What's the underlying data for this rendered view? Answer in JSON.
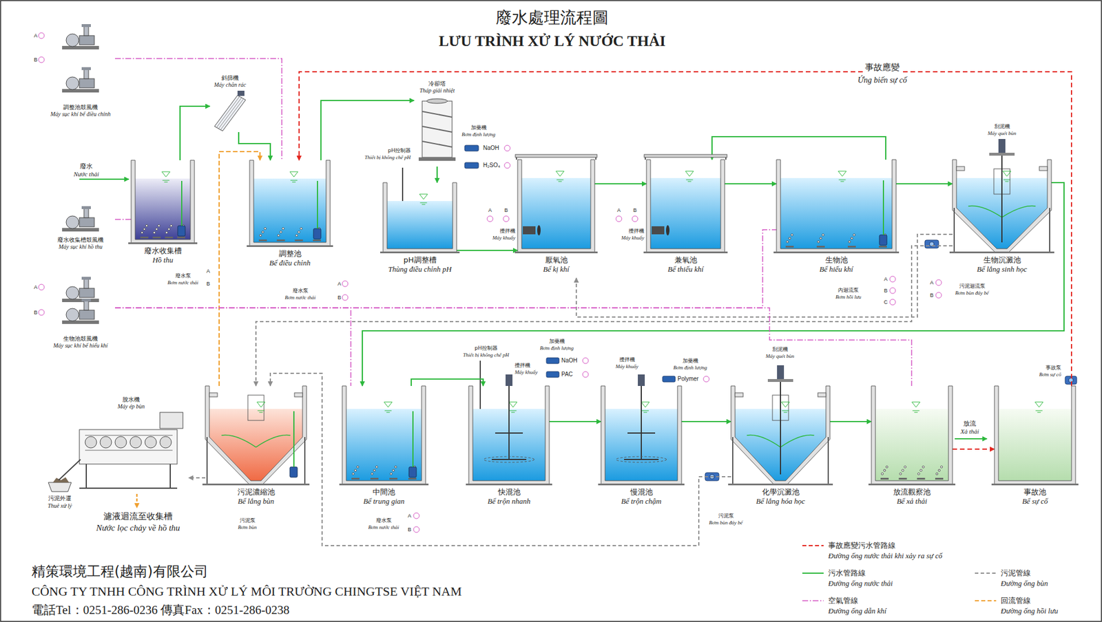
{
  "diagram": {
    "title": "廢水處理流程圖",
    "nodes": [
      {
        "text": [
          "調整池鼓風機",
          "Máy sục khí bể điều chỉnh"
        ]
      },
      {
        "text": [
          "廢水收集槽鼓風機",
          "Máy sục khí hồ thu"
        ]
      },
      {
        "text": [
          "生物池鼓風機",
          "Máy sục khí bể hiếu khí"
        ]
      },
      {
        "text": [
          "斜篩機",
          "Máy chắn rác"
        ]
      },
      {
        "text": [
          "冷卻塔",
          "Tháp giải nhiệt"
        ]
      },
      {
        "text": [
          "廢水收集槽",
          "Hồ thu"
        ]
      },
      {
        "text": [
          "調整池",
          "Bể điều chỉnh"
        ]
      },
      {
        "text": [
          "pH調整槽",
          "Thùng điều chỉnh pH"
        ]
      },
      {
        "text": [
          "厭氧池",
          "Bể kị khí"
        ]
      },
      {
        "text": [
          "兼氧池",
          "Bể thiếu khí"
        ]
      },
      {
        "text": [
          "生物池",
          "Bể hiếu khí"
        ]
      },
      {
        "text": [
          "生物沉澱池",
          "Bể lắng sinh học"
        ]
      },
      {
        "text": [
          "脫水機",
          "Máy ép bùn"
        ]
      },
      {
        "text": [
          "污泥濃縮池",
          "Bể lắng bùn"
        ]
      },
      {
        "text": [
          "中間池",
          "Bể trung gian"
        ]
      },
      {
        "text": [
          "快混池",
          "Bể trộn nhanh"
        ]
      },
      {
        "text": [
          "慢混池",
          "Bể trộn chậm"
        ]
      },
      {
        "text": [
          "化學沉澱池",
          "Bể lắng hóa học"
        ]
      },
      {
        "text": [
          "放流觀察池",
          "Bể xả thải"
        ]
      },
      {
        "text": [
          "事故池",
          "Bể sự cố"
        ]
      }
    ],
    "edges": [
      {
        "from": 5,
        "to": 3,
        "arrow": "to"
      },
      {
        "from": 3,
        "to": 6,
        "arrow": "to"
      },
      {
        "from": 6,
        "to": 4,
        "arrow": "to"
      },
      {
        "from": 4,
        "to": 7,
        "arrow": "to"
      },
      {
        "from": 7,
        "to": 8,
        "arrow": "to"
      },
      {
        "from": 8,
        "to": 9,
        "arrow": "to"
      },
      {
        "from": 9,
        "to": 10,
        "arrow": "to"
      },
      {
        "from": 10,
        "to": 9,
        "arrow": "to"
      },
      {
        "from": 10,
        "to": 11,
        "arrow": "to"
      },
      {
        "from": 11,
        "to": 14,
        "arrow": "to"
      },
      {
        "from": 14,
        "to": 15,
        "arrow": "to"
      },
      {
        "from": 15,
        "to": 16,
        "arrow": "to"
      },
      {
        "from": 16,
        "to": 17,
        "arrow": "to"
      },
      {
        "from": 17,
        "to": 18,
        "arrow": "to"
      },
      {
        "from": 18,
        "to": 19,
        "arrow": "to"
      },
      {
        "from": 19,
        "to": 6,
        "label": "事故應變",
        "arrow": "to"
      },
      {
        "from": 11,
        "to": 8,
        "arrow": "to"
      },
      {
        "from": 11,
        "to": 13,
        "arrow": "to"
      },
      {
        "from": 17,
        "to": 13,
        "arrow": "to"
      },
      {
        "from": 13,
        "to": 12,
        "arrow": "to"
      },
      {
        "from": 13,
        "to": 6,
        "arrow": "to"
      },
      {
        "from": 0,
        "to": 6,
        "arrow": "none"
      },
      {
        "from": 1,
        "to": 5,
        "arrow": "none"
      },
      {
        "from": 2,
        "to": 10,
        "arrow": "none"
      },
      {
        "from": 2,
        "to": 14,
        "arrow": "none"
      },
      {
        "from": 2,
        "to": 18,
        "arrow": "none"
      }
    ],
    "labels": [
      "LƯU TRÌNH XỬ LÝ NƯỚC THẢI",
      "A",
      "B",
      "A",
      "B",
      "廢水",
      "Nước thải",
      "廢水泵",
      "Bơm nước thải",
      "A",
      "B",
      "廢水泵",
      "Bơm nước thải",
      "A",
      "B",
      "pH控制器",
      "Thiết bị khống chế pH",
      "加藥機",
      "Bơm định lượng",
      "NaOH",
      "H₂SO₄",
      "A",
      "B",
      "攪拌機",
      "Máy khuấy",
      "A",
      "B",
      "攪拌機",
      "Máy khuấy",
      "內迴流泵",
      "Bơm hồi lưu",
      "A",
      "B",
      "C",
      "刮泥機",
      "Máy quét bùn",
      "污泥迴流泵",
      "Bơm bùn đáy bể",
      "A",
      "B",
      "污泥泵",
      "Bơm bùn",
      "廢水泵",
      "Bơm nước thải",
      "A",
      "B",
      "pH控制器",
      "Thiết bị khống chế pH",
      "攪拌機",
      "Máy khuấy",
      "加藥機",
      "Bơm định lượng",
      "NaOH",
      "PAC",
      "攪拌機",
      "Máy khuấy",
      "加藥機",
      "Bơm định lượng",
      "Polymer",
      "刮泥機",
      "Máy quét bùn",
      "污泥泵",
      "Bơm bùn đáy bể",
      "放流",
      "Xả thải",
      "事故泵",
      "Bơm sự cố",
      "污泥外運",
      "Thuê xử lý",
      "濾液迴流至收集槽",
      "Nước lọc chảy về hồ thu",
      "Ứng biến sự cố",
      "精策環境工程(越南)有限公司",
      "CÔNG TY TNHH CÔNG TRÌNH XỬ LÝ MÔI TRƯỜNG CHINGTSE VIỆT NAM",
      "電話Tel：0251-286-0236 傳真Fax：0251-286-0238"
    ],
    "legend": [
      {
        "text": "事故應變污水管路線"
      },
      {
        "text": "Đường ống nước thải khi xảy ra sự cố"
      },
      {
        "text": "污水管路線"
      },
      {
        "text": "Đường ống nước thải"
      },
      {
        "text": "污泥管線"
      },
      {
        "text": "Đường ống bùn"
      },
      {
        "text": "空氣管線"
      },
      {
        "text": "Đường ống dẫn khí"
      },
      {
        "text": "回流管線"
      },
      {
        "text": "Đường ống hồi lưu"
      }
    ]
  }
}
